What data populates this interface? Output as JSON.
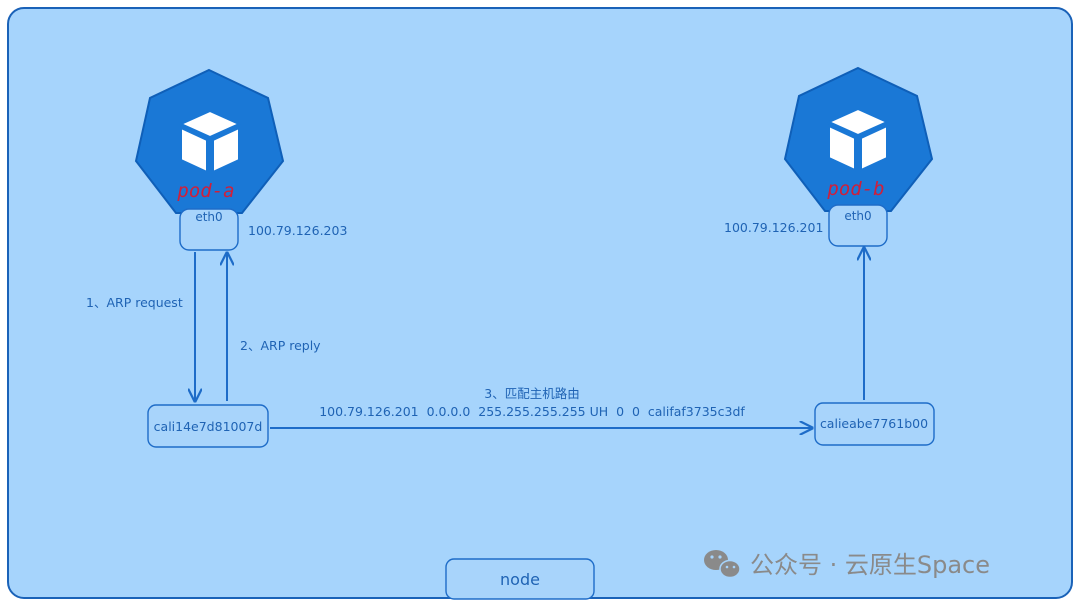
{
  "colors": {
    "node_background": "#a6d4fc",
    "node_border": "#1a62b8",
    "pod_fill": "#1a78d6",
    "pod_label": "#d01f3a",
    "text": "#1f63b4"
  },
  "node": {
    "label": "node"
  },
  "pods": {
    "a": {
      "label": "pod-a",
      "icon": "cube-icon",
      "interface": "eth0",
      "ip": "100.79.126.203"
    },
    "b": {
      "label": "pod-b",
      "icon": "cube-icon",
      "interface": "eth0",
      "ip": "100.79.126.201"
    }
  },
  "host_interfaces": {
    "a": "cali14e7d81007d",
    "b": "calieabe7761b00"
  },
  "steps": {
    "arp_request": "1、ARP request",
    "arp_reply": "2、ARP reply",
    "route_match": "3、匹配主机路由",
    "route_entry": "100.79.126.201  0.0.0.0  255.255.255.255 UH  0  0  califaf3735c3df"
  },
  "watermark": {
    "icon": "wechat-icon",
    "text": "公众号 · 云原生Space"
  }
}
